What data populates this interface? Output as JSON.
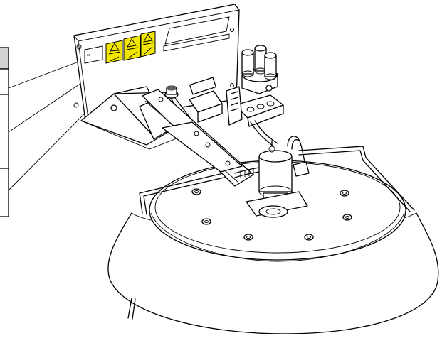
{
  "figure": {
    "callout_table": {
      "rows": 4,
      "header_fill": "#d4d4d4",
      "row_labels": []
    },
    "warning_labels": [
      {
        "name": "id-plate",
        "color": "#ffffff"
      },
      {
        "name": "warning-label-1",
        "color": "#f2e600"
      },
      {
        "name": "warning-label-2",
        "color": "#f2e600"
      },
      {
        "name": "warning-label-3",
        "color": "#f2e600"
      }
    ],
    "colors": {
      "line": "#000000",
      "label_yellow": "#f2e600",
      "table_header": "#d4d4d4",
      "background": "#ffffff"
    }
  }
}
